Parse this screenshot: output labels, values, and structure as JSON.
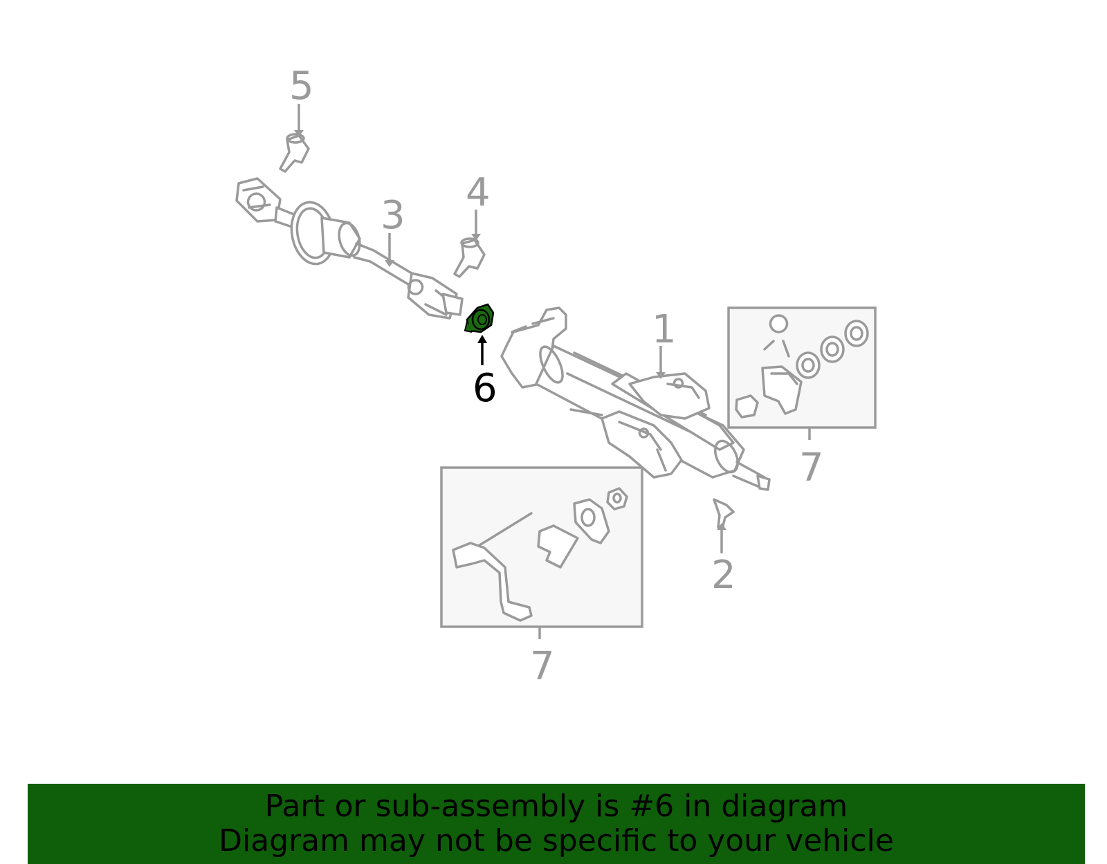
{
  "diagram": {
    "callouts": {
      "c1": "1",
      "c2": "2",
      "c3": "3",
      "c4": "4",
      "c5": "5",
      "c6": "6",
      "c7a": "7",
      "c7b": "7"
    },
    "highlight_part": "6",
    "colors": {
      "line": "#9a9a9a",
      "highlight": "#1a6b10",
      "banner": "#0f5e0a"
    }
  },
  "banner": {
    "line1": "Part or sub-assembly is #6 in diagram",
    "line2": "Diagram may not be specific to your vehicle"
  }
}
